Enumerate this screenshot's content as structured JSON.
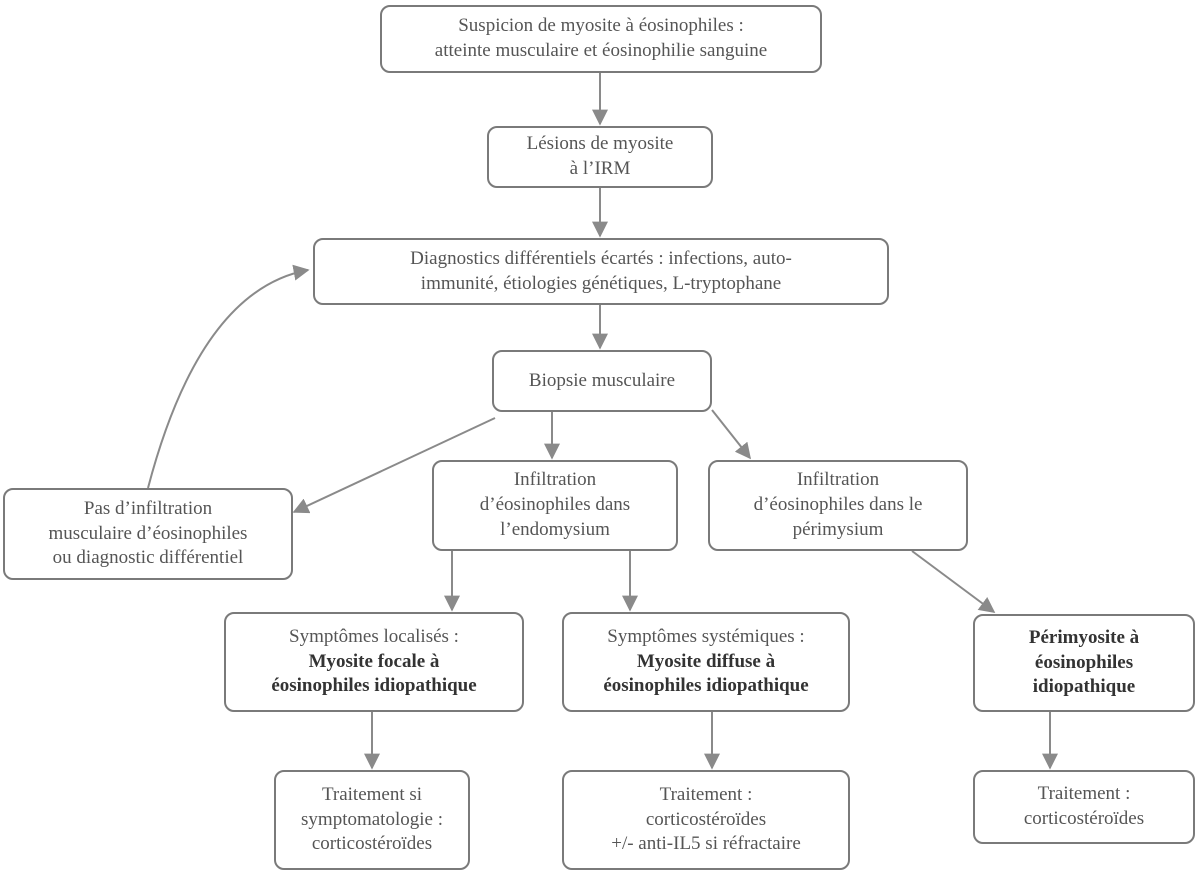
{
  "nodes": {
    "suspicion": {
      "lines": [
        "Suspicion de myosite à éosinophiles :",
        "atteinte musculaire et éosinophilie sanguine"
      ]
    },
    "irm": {
      "lines": [
        "Lésions de myosite",
        "à l’IRM"
      ]
    },
    "differentials": {
      "lines": [
        "Diagnostics différentiels écartés : infections, auto-",
        "immunité, étiologies génétiques, L-tryptophane"
      ]
    },
    "biopsy": {
      "lines": [
        "Biopsie musculaire"
      ]
    },
    "no_infiltration": {
      "lines": [
        "Pas d’infiltration",
        "musculaire d’éosinophiles",
        "ou diagnostic différentiel"
      ]
    },
    "endomysium": {
      "lines": [
        "Infiltration",
        "d’éosinophiles dans",
        "l’endomysium"
      ]
    },
    "perimysium": {
      "lines": [
        "Infiltration",
        "d’éosinophiles dans le",
        "périmysium"
      ]
    },
    "focal": {
      "normal": "Symptômes localisés :",
      "bold": [
        "Myosite focale à",
        "éosinophiles idiopathique"
      ]
    },
    "diffuse": {
      "normal": "Symptômes systémiques :",
      "bold": [
        "Myosite diffuse à",
        "éosinophiles idiopathique"
      ]
    },
    "perimyositis": {
      "bold": [
        "Périmyosite à",
        "éosinophiles",
        "idiopathique"
      ]
    },
    "treatment_focal": {
      "lines": [
        "Traitement si",
        "symptomatologie :",
        "corticostéroïdes"
      ]
    },
    "treatment_diffuse": {
      "lines": [
        "Traitement :",
        "corticostéroïdes",
        "+/- anti-IL5 si réfractaire"
      ]
    },
    "treatment_peri": {
      "lines": [
        "Traitement :",
        "corticostéroïdes"
      ]
    }
  }
}
